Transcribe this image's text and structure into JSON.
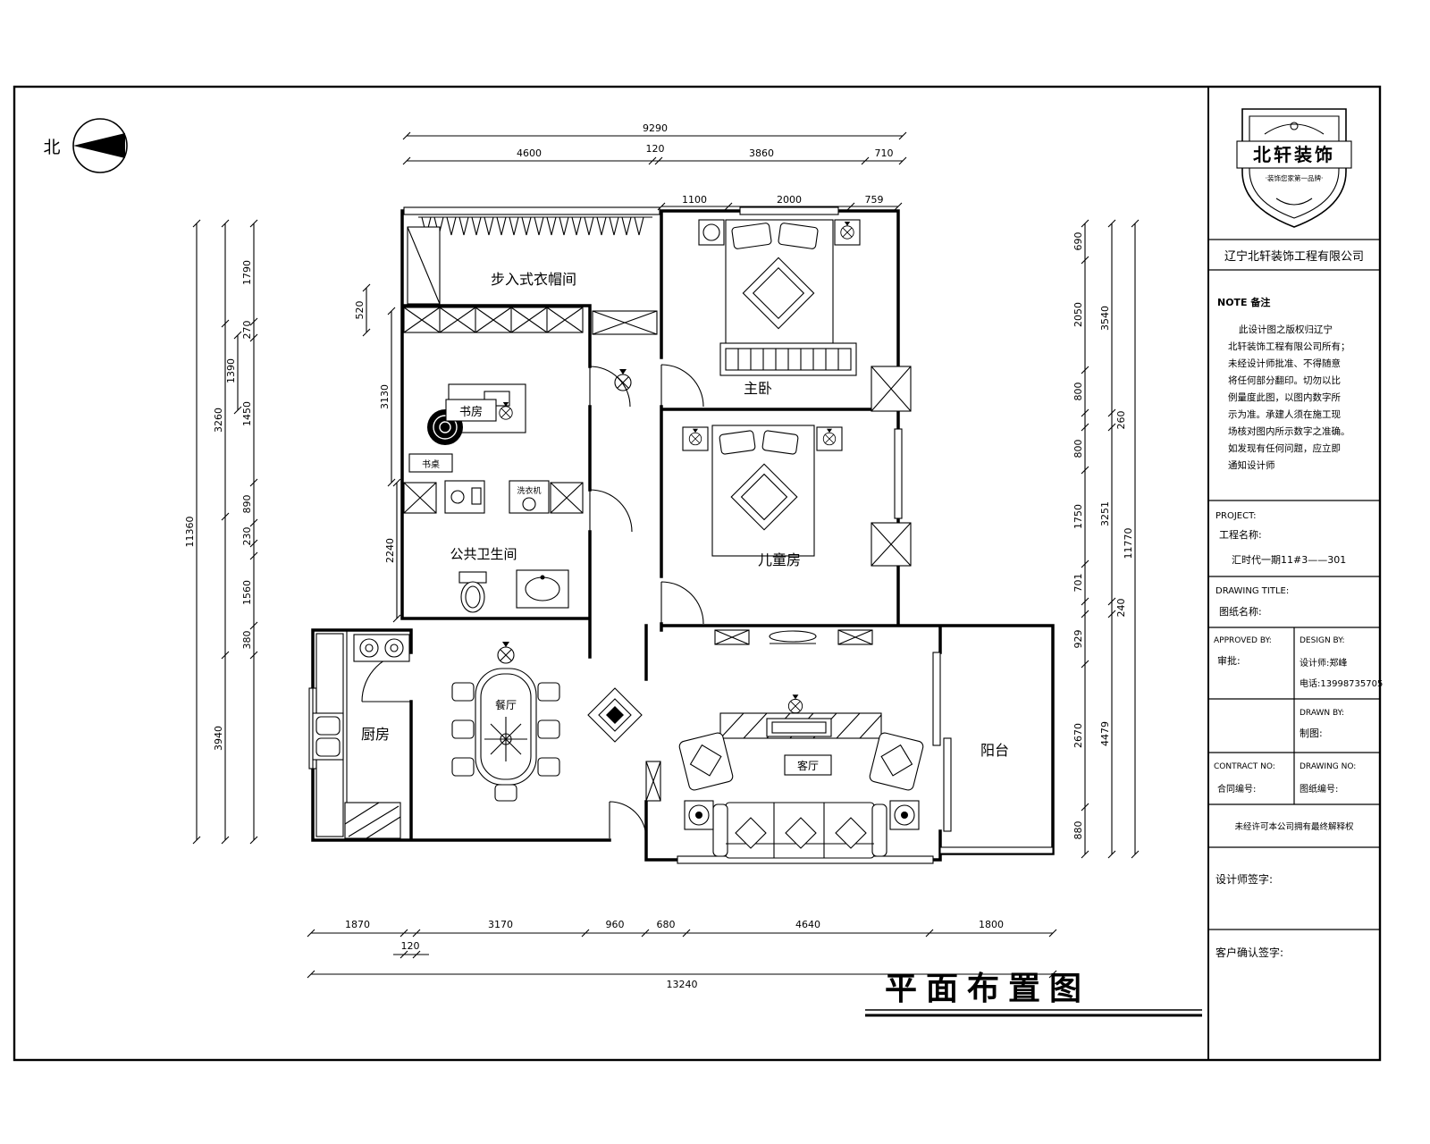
{
  "compass": {
    "label": "北"
  },
  "drawing_title": "平面布置图",
  "rooms": {
    "closet": "步入式衣帽间",
    "master_bedroom": "主卧",
    "study": "书房",
    "bathroom": "公共卫生间",
    "kids_room": "儿童房",
    "kitchen": "厨房",
    "dining": "餐厅",
    "living": "客厅",
    "balcony": "阳台",
    "washer": "洗衣机",
    "desk": "书桌"
  },
  "dims": {
    "top": {
      "total": "9290",
      "a": "4600",
      "b": "120",
      "c": "3860",
      "d": "710",
      "e": "1100",
      "f": "2000",
      "g": "759"
    },
    "left": {
      "total": "11360",
      "a": "1790",
      "b": "270",
      "c": "1390",
      "d": "3260",
      "e": "1450",
      "f": "890",
      "g": "230",
      "h": "1560",
      "i": "380",
      "j": "3940",
      "k": "520",
      "l": "3130",
      "m": "2240"
    },
    "right": {
      "total": "11770",
      "a": "690",
      "b": "2050",
      "c": "800",
      "d": "260",
      "e": "800",
      "f": "1750",
      "g": "701",
      "h": "240",
      "i": "929",
      "j": "2670",
      "k": "880",
      "m1": "3540",
      "m2": "3251",
      "m3": "4479"
    },
    "bottom": {
      "total": "13240",
      "a": "1870",
      "b": "120",
      "c": "3170",
      "d": "960",
      "e": "680",
      "f": "4640",
      "g": "1800"
    }
  },
  "titleblock": {
    "logo_text": "北轩装饰",
    "logo_tagline": "·装饰您家第一品牌·",
    "company": "辽宁北轩装饰工程有限公司",
    "note_label": "NOTE 备注",
    "note_lines": [
      "此设计图之版权归辽宁",
      "北轩装饰工程有限公司所有；",
      "未经设计师批准、不得随意",
      "将任何部分翻印。切勿以比",
      "例量度此图，以图内数字所",
      "示为准。承建人须在施工现",
      "场核对图内所示数字之准确。",
      "如发现有任何问题，应立即",
      "通知设计师"
    ],
    "project_label_en": "PROJECT:",
    "project_label_cn": "工程名称:",
    "project_value": "汇时代一期11#3——301",
    "drawing_title_label_en": "DRAWING TITLE:",
    "drawing_title_label_cn": "图纸名称:",
    "approved_en": "APPROVED BY:",
    "approved_cn": "审批:",
    "design_en": "DESIGN BY:",
    "design_cn": "设计师:郑峰",
    "design_phone": "电话:13998735705",
    "drawn_en": "DRAWN BY:",
    "drawn_cn": "制图:",
    "contract_en": "CONTRACT NO:",
    "contract_cn": "合同编号:",
    "drawingno_en": "DRAWING NO:",
    "drawingno_cn": "图纸编号:",
    "copyright_note": "未经许可本公司拥有最终解释权",
    "designer_sign": "设计师签字:",
    "client_sign": "客户确认签字:"
  }
}
